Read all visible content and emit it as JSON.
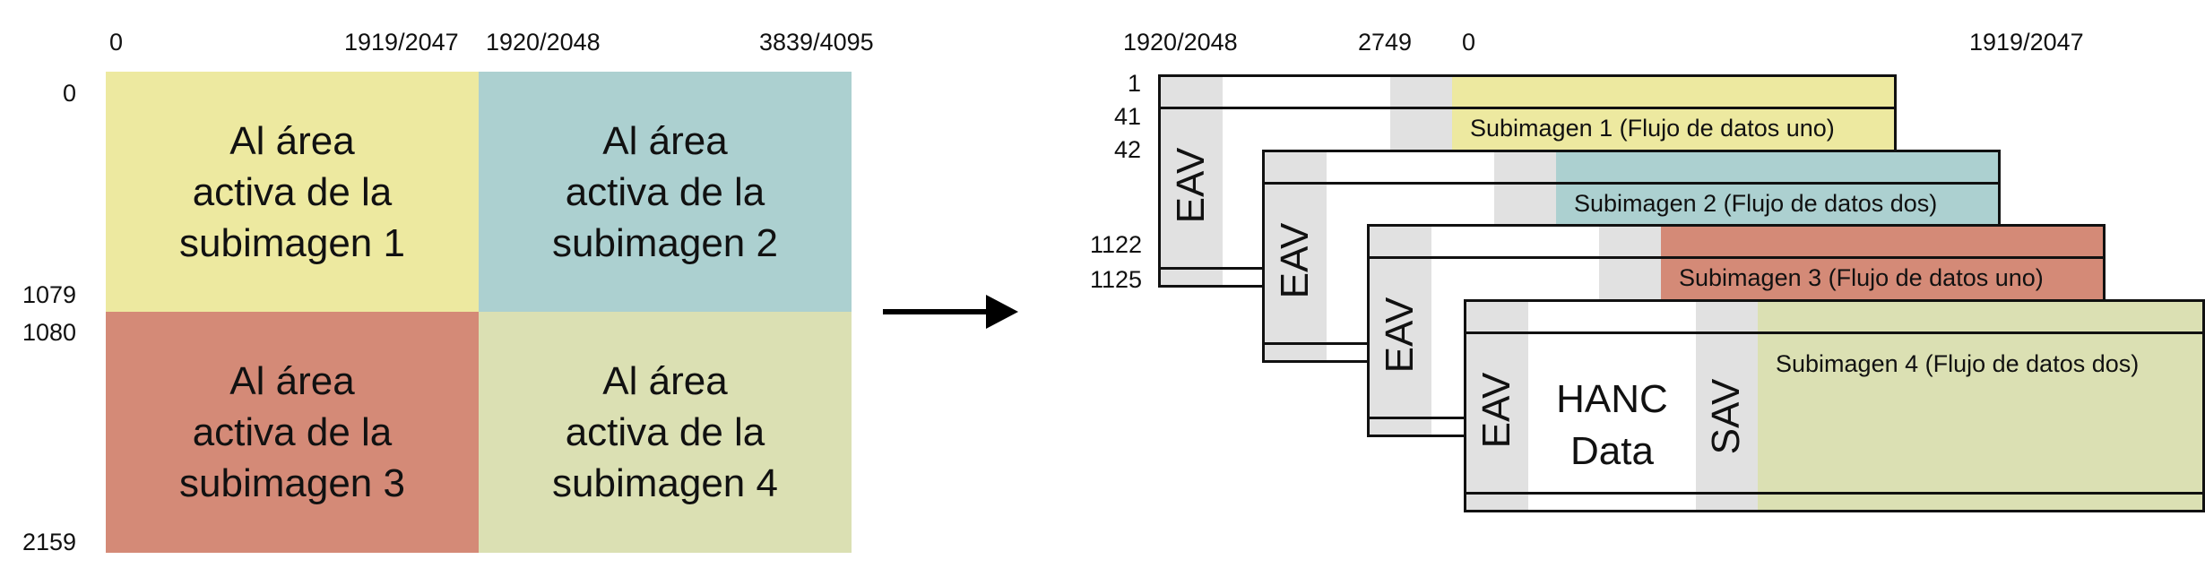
{
  "left_diagram": {
    "top_labels": [
      "0",
      "1919/2047",
      "1920/2048",
      "3839/4095"
    ],
    "side_labels": [
      "0",
      "1079",
      "1080",
      "2159"
    ],
    "cells": [
      {
        "lines": [
          "Al área",
          "activa de la",
          "subimagen 1"
        ],
        "color": "#ede9a0"
      },
      {
        "lines": [
          "Al área",
          "activa de la",
          "subimagen 2"
        ],
        "color": "#acd0d0"
      },
      {
        "lines": [
          "Al área",
          "activa de la",
          "subimagen 3"
        ],
        "color": "#d48a77"
      },
      {
        "lines": [
          "Al área",
          "activa de la",
          "subimagen 4"
        ],
        "color": "#dbe0b3"
      }
    ]
  },
  "arrow": "right-arrow-icon",
  "right_diagram": {
    "top_labels": [
      "1920/2048",
      "2749",
      "0",
      "1919/2047"
    ],
    "side_labels": [
      "1",
      "41",
      "42",
      "1122",
      "1125"
    ],
    "frames": [
      {
        "eav": "EAV",
        "label": "Subimagen 1 (Flujo de datos uno)",
        "color": "#ede9a0"
      },
      {
        "eav": "EAV",
        "label": "Subimagen 2 (Flujo de datos dos)",
        "color": "#acd0d0"
      },
      {
        "eav": "EAV",
        "label": "Subimagen 3 (Flujo de datos uno)",
        "color": "#d48a77"
      },
      {
        "eav": "EAV",
        "label": "Subimagen 4 (Flujo de datos dos)",
        "color": "#dbe0b3",
        "hanc": [
          "HANC",
          "Data"
        ],
        "sav": "SAV"
      }
    ]
  }
}
